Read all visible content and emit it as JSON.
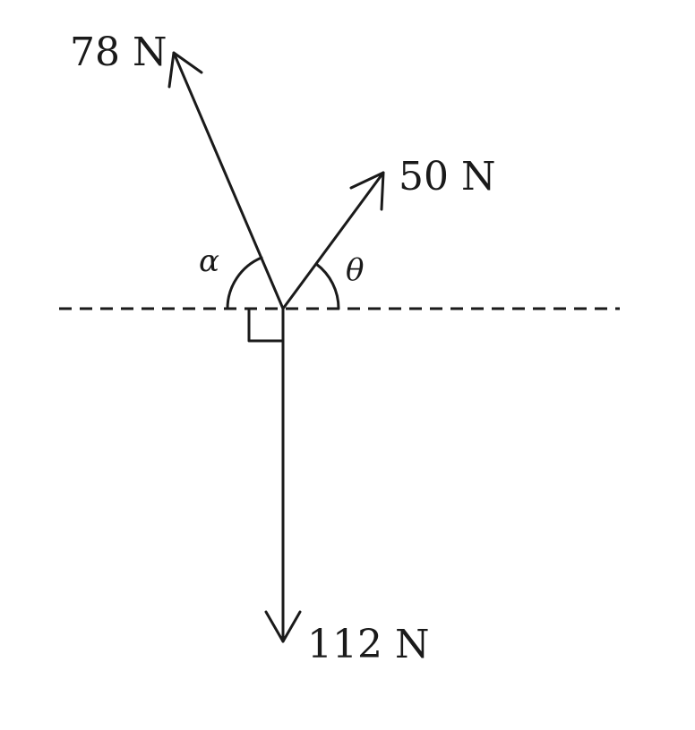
{
  "forces": {
    "f78": {
      "label": "78 N"
    },
    "f50": {
      "label": "50 N"
    },
    "f112": {
      "label": "112 N"
    }
  },
  "angles": {
    "alpha": {
      "symbol": "α"
    },
    "theta": {
      "symbol": "θ"
    }
  }
}
